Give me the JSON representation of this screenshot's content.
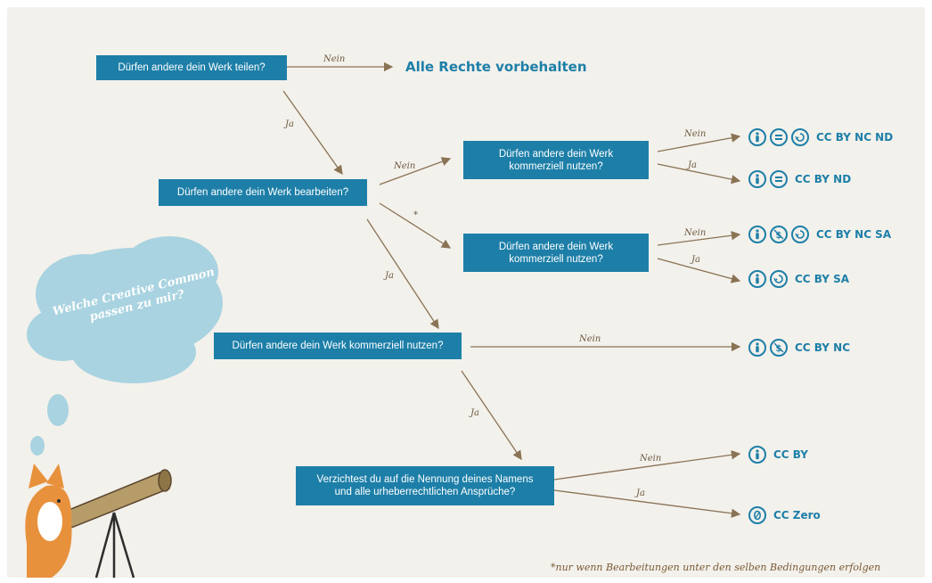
{
  "colors": {
    "question_bg": "#1d7fa8",
    "accent_blue": "#1d7fa8",
    "arrow": "#8a7354",
    "cloud": "#a9d3e0",
    "background": "#f3f1ec"
  },
  "questions": {
    "q1": "Dürfen andere dein Werk teilen?",
    "q2": "Dürfen andere dein Werk bearbeiten?",
    "q3": "Dürfen andere dein Werk\nkommerziell nutzen?",
    "q4": "Dürfen andere dein Werk\nkommerziell nutzen?",
    "q5": "Dürfen andere dein Werk kommerziell nutzen?",
    "q6": "Verzichtest du auf die Nennung deines Namens\nund alle urheberrechtlichen Ansprüche?"
  },
  "edge_labels": {
    "q1_nein": "Nein",
    "q1_ja": "Ja",
    "q2_nein": "Nein",
    "q2_star": "*",
    "q2_ja": "Ja",
    "q3_nein": "Nein",
    "q3_ja": "Ja",
    "q4_nein": "Nein",
    "q4_ja": "Ja",
    "q5_nein": "Nein",
    "q5_ja": "Ja",
    "q6_nein": "Nein",
    "q6_ja": "Ja"
  },
  "results": {
    "all_rights": "Alle Rechte vorbehalten",
    "by_nc_nd": {
      "text": "CC BY NC ND",
      "icons": [
        "person-icon",
        "equals-icon",
        "noncommercial-icon"
      ]
    },
    "by_nd": {
      "text": "CC BY ND",
      "icons": [
        "person-icon",
        "equals-icon"
      ]
    },
    "by_nc_sa": {
      "text": "CC BY NC SA",
      "icons": [
        "person-icon",
        "no-dollar-icon",
        "sharealike-icon"
      ]
    },
    "by_sa": {
      "text": "CC BY SA",
      "icons": [
        "person-icon",
        "sharealike-icon"
      ]
    },
    "by_nc": {
      "text": "CC BY NC",
      "icons": [
        "person-icon",
        "no-dollar-icon"
      ]
    },
    "by": {
      "text": "CC BY",
      "icons": [
        "person-icon"
      ]
    },
    "zero": {
      "text": "CC Zero",
      "icons": [
        "zero-icon"
      ]
    }
  },
  "cloud_text": "Welche Creative Common\npassen zu mir?",
  "footnote": "*nur wenn Bearbeitungen unter den selben Bedingungen erfolgen"
}
